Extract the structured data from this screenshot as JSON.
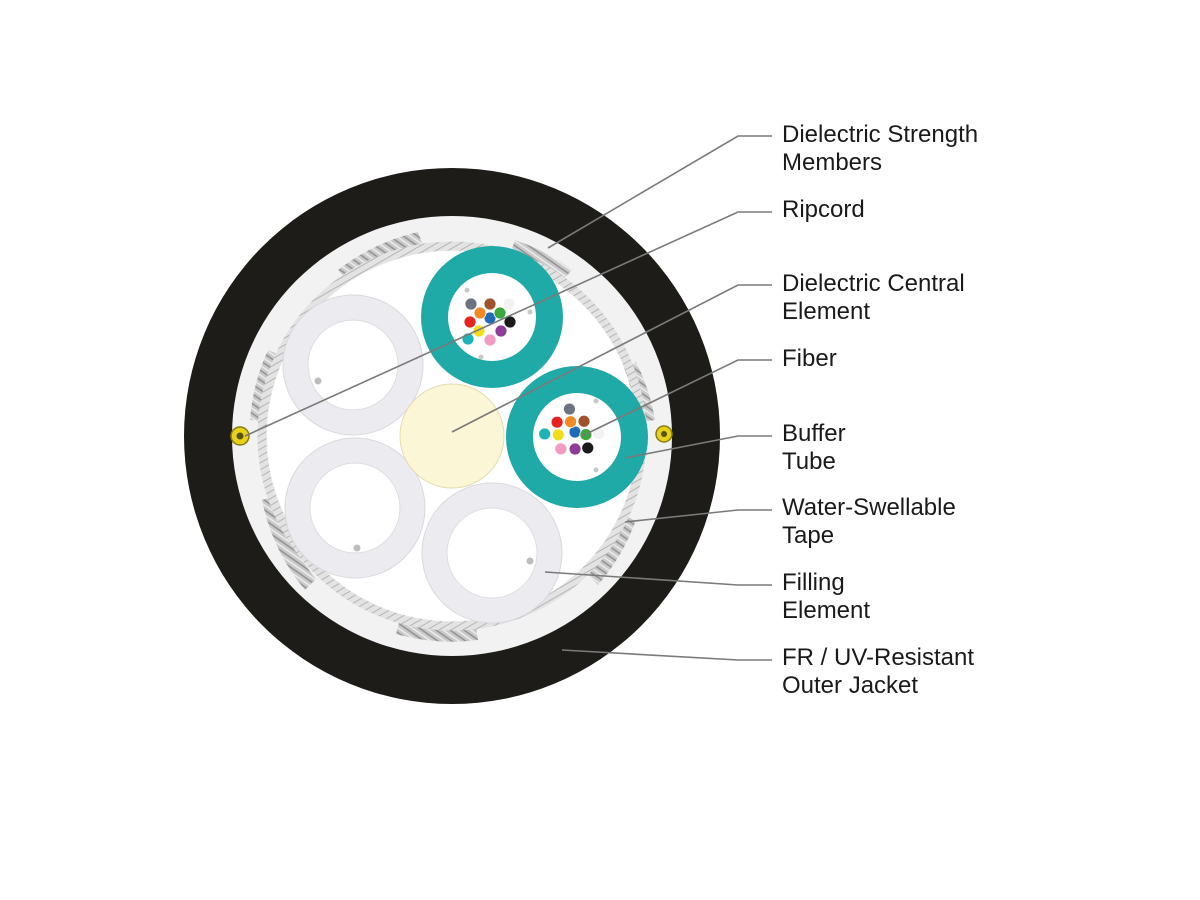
{
  "labels": {
    "strength_members": [
      "Dielectric Strength",
      "Members"
    ],
    "ripcord": [
      "Ripcord"
    ],
    "central_element": [
      "Dielectric Central",
      "Element"
    ],
    "fiber": [
      "Fiber"
    ],
    "buffer_tube": [
      "Buffer",
      "Tube"
    ],
    "water_swellable_tape": [
      "Water-Swellable",
      "Tape"
    ],
    "filling_element": [
      "Filling",
      "Element"
    ],
    "outer_jacket": [
      "FR / UV-Resistant",
      "Outer Jacket"
    ]
  },
  "colors": {
    "jacket": "#1d1c19",
    "buffer_tube": "#20aaa7",
    "filling_element": "#ececf0",
    "central_element": "#faf6d6",
    "ripcord": "#e6d21a",
    "leader_line": "#7a7a7a",
    "fiber_colors": [
      "#1f6bb8",
      "#f08a24",
      "#3aa83a",
      "#a0522d",
      "#6e7381",
      "#f2f2f2",
      "#e52420",
      "#1a1a1a",
      "#f2dd1c",
      "#8e3d96",
      "#f29bc2",
      "#1fb3b6"
    ]
  }
}
